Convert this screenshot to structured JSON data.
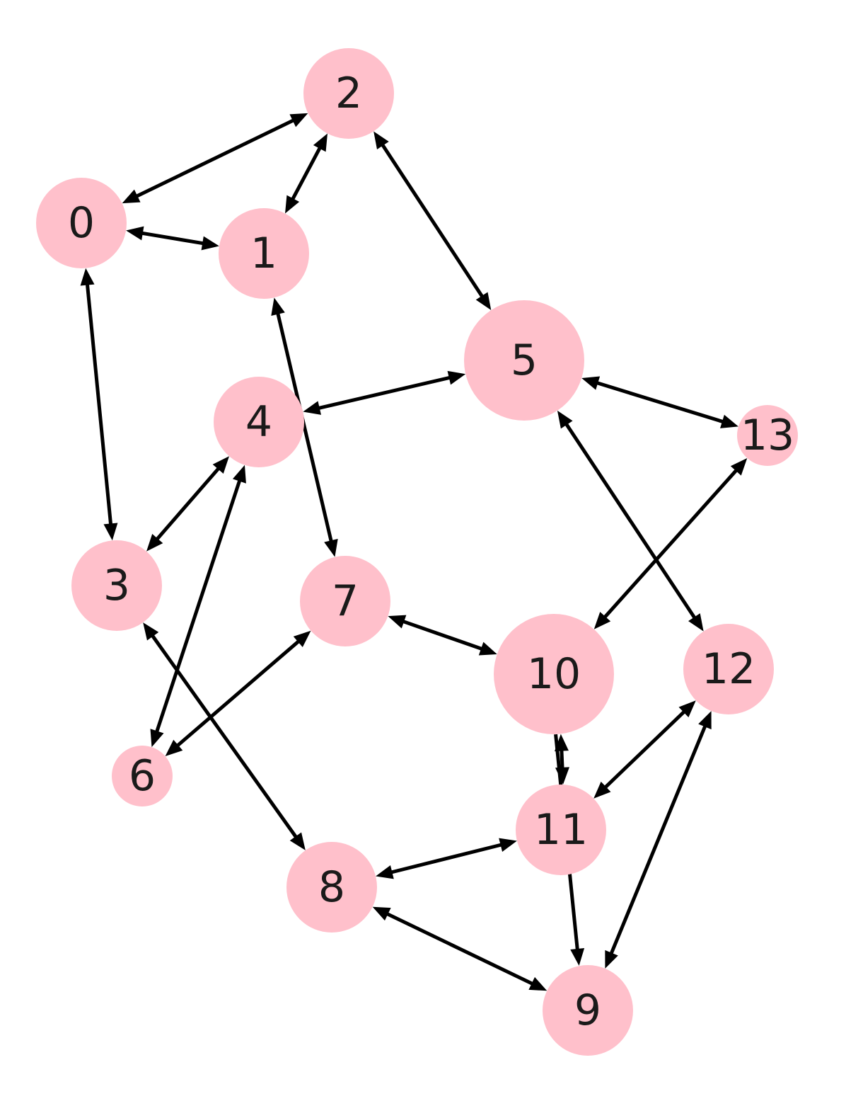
{
  "diagram": {
    "type": "directed-graph",
    "node_color": "#ffc0cb",
    "edge_color": "#000000",
    "label_color": "#1a1a1a",
    "nodes": [
      {
        "id": "0",
        "label": "0"
      },
      {
        "id": "1",
        "label": "1"
      },
      {
        "id": "2",
        "label": "2"
      },
      {
        "id": "3",
        "label": "3"
      },
      {
        "id": "4",
        "label": "4"
      },
      {
        "id": "5",
        "label": "5"
      },
      {
        "id": "6",
        "label": "6"
      },
      {
        "id": "7",
        "label": "7"
      },
      {
        "id": "8",
        "label": "8"
      },
      {
        "id": "9",
        "label": "9"
      },
      {
        "id": "10",
        "label": "10"
      },
      {
        "id": "11",
        "label": "11"
      },
      {
        "id": "12",
        "label": "12"
      },
      {
        "id": "13",
        "label": "13"
      }
    ],
    "edges": [
      {
        "source": "0",
        "target": "2",
        "bidirectional": true
      },
      {
        "source": "0",
        "target": "1",
        "bidirectional": true
      },
      {
        "source": "0",
        "target": "3",
        "bidirectional": true
      },
      {
        "source": "1",
        "target": "2",
        "bidirectional": true
      },
      {
        "source": "1",
        "target": "7",
        "bidirectional": true
      },
      {
        "source": "2",
        "target": "5",
        "bidirectional": true
      },
      {
        "source": "3",
        "target": "4",
        "bidirectional": true
      },
      {
        "source": "3",
        "target": "8",
        "bidirectional": true
      },
      {
        "source": "4",
        "target": "5",
        "bidirectional": true
      },
      {
        "source": "4",
        "target": "6",
        "bidirectional": true
      },
      {
        "source": "5",
        "target": "13",
        "bidirectional": true
      },
      {
        "source": "5",
        "target": "12",
        "bidirectional": true
      },
      {
        "source": "6",
        "target": "7",
        "bidirectional": true
      },
      {
        "source": "7",
        "target": "10",
        "bidirectional": true
      },
      {
        "source": "8",
        "target": "11",
        "bidirectional": true
      },
      {
        "source": "8",
        "target": "9",
        "bidirectional": true
      },
      {
        "source": "10",
        "target": "13",
        "bidirectional": true
      },
      {
        "source": "10",
        "target": "11",
        "bidirectional": true
      },
      {
        "source": "10",
        "target": "9",
        "bidirectional": false
      },
      {
        "source": "11",
        "target": "12",
        "bidirectional": true
      },
      {
        "source": "12",
        "target": "9",
        "bidirectional": true
      }
    ]
  }
}
